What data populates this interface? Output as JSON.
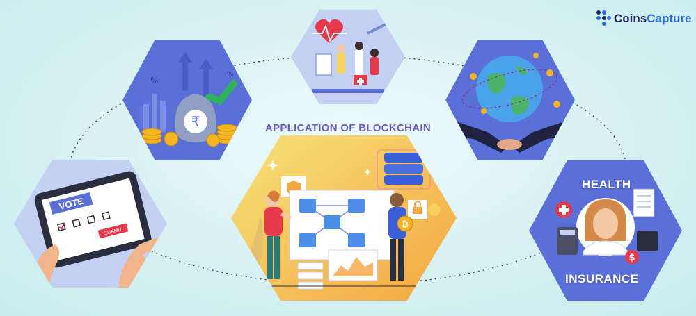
{
  "header": {
    "title": "APPLICATION OF BLOCKCHAIN",
    "brand_part1": "Coins",
    "brand_part2": "Capture"
  },
  "tiles": {
    "voting": {
      "screen_text": "VOTE",
      "button_text": "SUBMIT"
    },
    "insurance": {
      "label_top": "HEALTH",
      "label_bottom": "INSURANCE"
    }
  },
  "colors": {
    "title": "#6c5cc7",
    "hex_blue": "#5b6fd8",
    "hex_light": "#c3cff3",
    "brand_dark": "#1e2a5a",
    "brand_blue": "#2c6be0",
    "coin_gold": "#f4b521"
  }
}
